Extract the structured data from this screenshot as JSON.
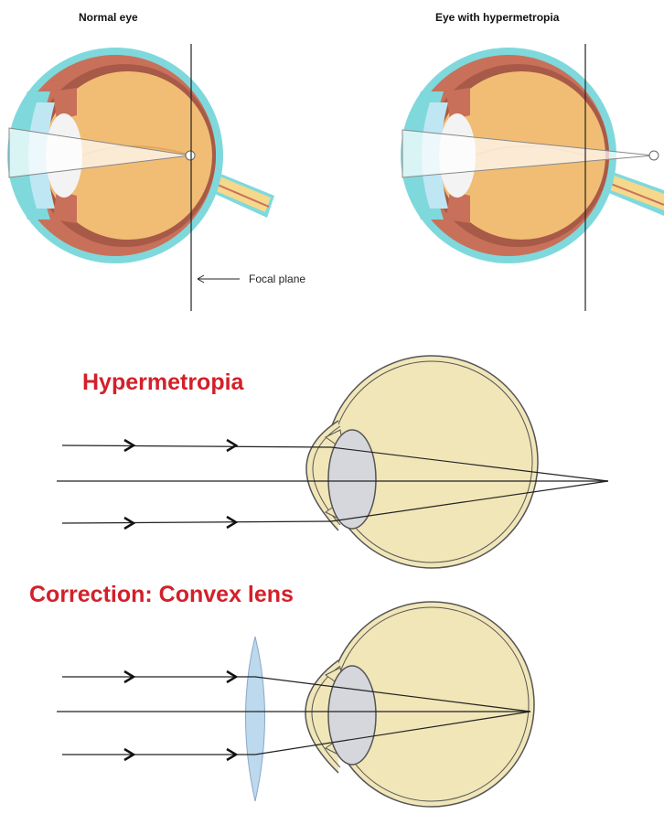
{
  "top": {
    "normal_title": "Normal eye",
    "hyper_title": "Eye with hypermetropia",
    "focal_label": "Focal plane"
  },
  "bottom": {
    "hyper_heading": "Hypermetropia",
    "correction_heading": "Correction: Convex lens"
  },
  "colors": {
    "outer_ring": "#7fd9dc",
    "sclera_brown": "#c9705a",
    "choroid_dark": "#a85a48",
    "vitreous": "#f1bd74",
    "nerve": "#f5d88c",
    "heading_red": "#d3202a",
    "eye_bottom_fill": "#f1e6b8",
    "lens_grey": "#d6d7dc",
    "convex_lens": "#bcd9ee"
  },
  "icons": {
    "arrow": "chevron-arrow-icon"
  }
}
